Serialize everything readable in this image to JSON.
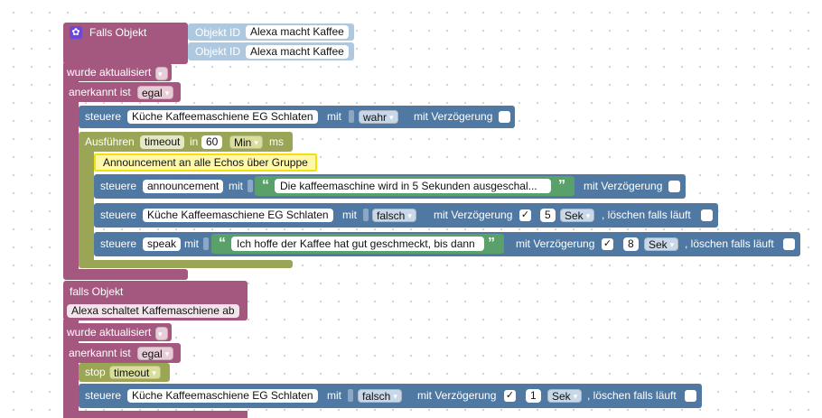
{
  "block1": {
    "header": "Falls Objekt",
    "object_ids": [
      {
        "label": "Objekt ID",
        "value": "Alexa macht Kaffee"
      },
      {
        "label": "Objekt ID",
        "value": "Alexa macht Kaffee"
      }
    ],
    "trigger": "wurde aktualisiert",
    "ack_label": "anerkannt ist",
    "ack_value": "egal",
    "control1": {
      "label": "steuere",
      "target": "Küche Kaffeemaschiene EG Schlaten",
      "mit": "mit",
      "value": "wahr",
      "delay": "mit Verzögerung"
    },
    "timeout": {
      "label": "Ausführen",
      "name": "timeout",
      "in": "in",
      "amount": "60",
      "unit": "Min",
      "ms": "ms"
    },
    "comment": "Announcement an alle Echos über Gruppe",
    "control2": {
      "label": "steuere",
      "target": "announcement",
      "mit": "mit",
      "text": "Die kaffeemaschine wird in 5 Sekunden ausgeschal...",
      "delay": "mit Verzögerung"
    },
    "control3": {
      "label": "steuere",
      "target": "Küche Kaffeemaschiene EG Schlaten",
      "mit": "mit",
      "value": "falsch",
      "delay": "mit Verzögerung",
      "check": "✓",
      "amount": "5",
      "unit": "Sek",
      "clear": ", löschen falls läuft"
    },
    "control4": {
      "label": "steuere",
      "target": "speak",
      "mit": "mit",
      "text": "Ich hoffe der Kaffee hat gut geschmeckt, bis dann",
      "delay": "mit Verzögerung",
      "check": "✓",
      "amount": "8",
      "unit": "Sek",
      "clear": ", löschen falls läuft"
    }
  },
  "block2": {
    "header": "falls Objekt",
    "object": "Alexa schaltet Kaffemaschiene ab",
    "trigger": "wurde aktualisiert",
    "ack_label": "anerkannt ist",
    "ack_value": "egal",
    "stop": {
      "label": "stop",
      "value": "timeout"
    },
    "control": {
      "label": "steuere",
      "target": "Küche Kaffeemaschiene EG Schlaten",
      "mit": "mit",
      "value": "falsch",
      "delay": "mit Verzögerung",
      "check": "✓",
      "amount": "1",
      "unit": "Sek",
      "clear": ", löschen falls läuft"
    }
  },
  "icons": {
    "gear": "gear-icon",
    "dropdown": "chevron-down-icon"
  },
  "colors": {
    "event": "#a5587f",
    "action": "#4f79a3",
    "timeout": "#9aa556",
    "string": "#5aa06a",
    "comment": "#fff8a8"
  }
}
